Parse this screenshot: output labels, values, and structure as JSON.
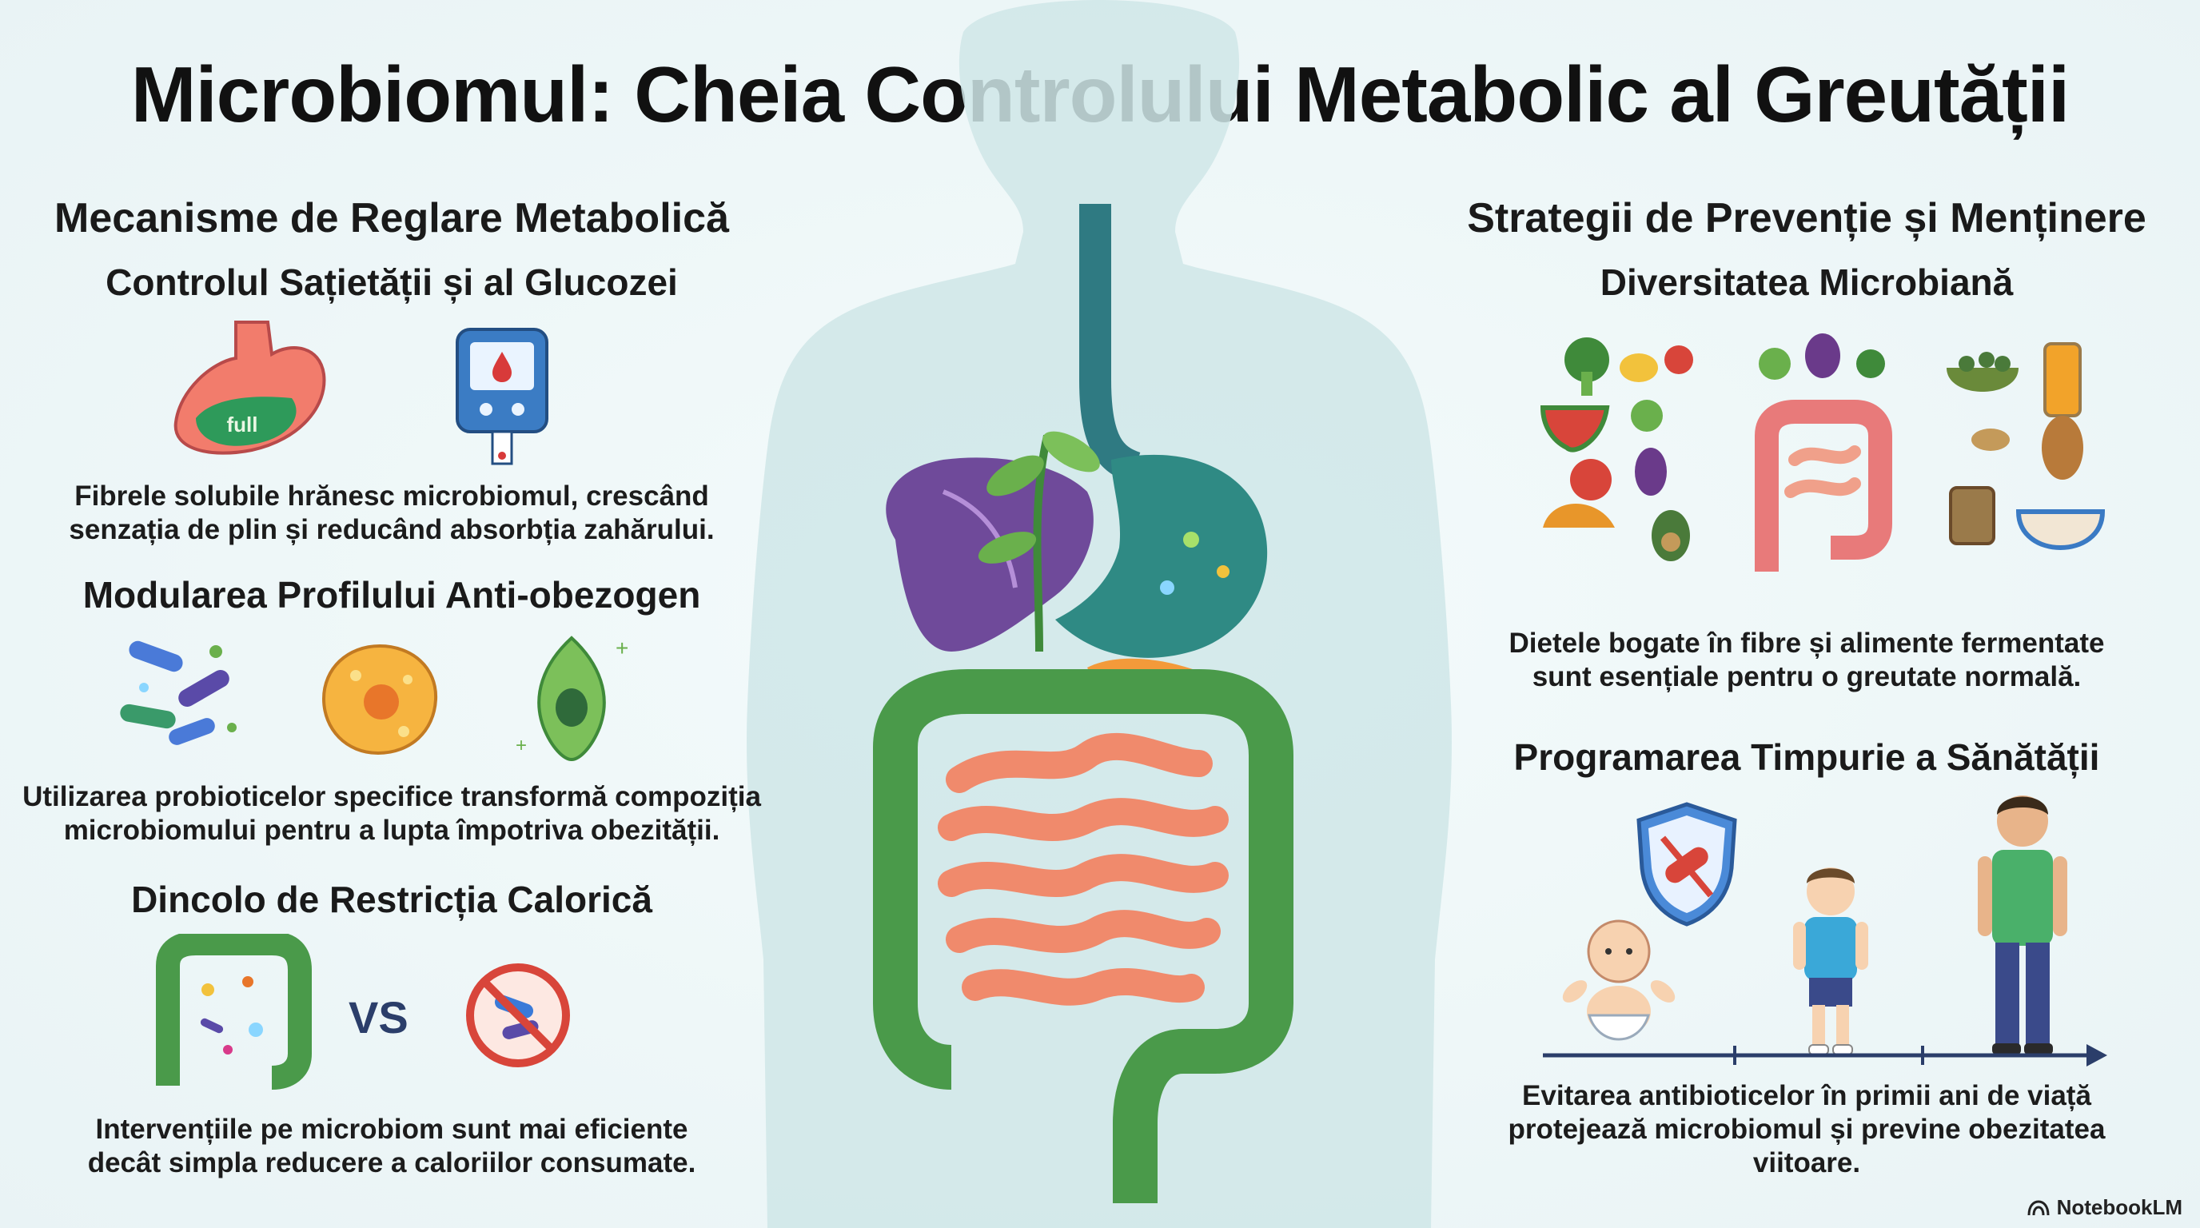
{
  "title": "Microbiomul: Cheia Controlului Metabolic al Greutății",
  "left": {
    "heading": "Mecanisme de Reglare Metabolică",
    "sections": [
      {
        "subheading": "Controlul Sațietății și al Glucozei",
        "icons": [
          "stomach-full-icon",
          "glucose-meter-icon"
        ],
        "stomach_label": "full",
        "desc": [
          "Fibrele solubile hrănesc microbiomul, crescând",
          "senzația de plin și reducând absorbția zahărului."
        ]
      },
      {
        "subheading": "Modularea Profilului Anti-obezogen",
        "icons": [
          "bacteria-cluster-icon",
          "fat-cell-icon",
          "lean-cell-icon"
        ],
        "desc": [
          "Utilizarea probioticelor specifice transformă compoziția",
          "microbiomului pentru a lupta împotriva obezității."
        ]
      },
      {
        "subheading": "Dincolo de Restricția Calorică",
        "icons": [
          "colon-microbes-icon",
          "no-bacteria-icon"
        ],
        "vs_label": "VS",
        "desc": [
          "Intervențiile pe microbiom sunt mai eficiente",
          "decât simpla reducere a caloriilor consumate."
        ]
      }
    ]
  },
  "right": {
    "heading": "Strategii de Prevenție și Menținere",
    "sections": [
      {
        "subheading": "Diversitatea Microbiană",
        "icons": [
          "fruits-vegetables-icon",
          "gut-with-food-icon",
          "fermented-foods-icon"
        ],
        "desc": [
          "Dietele bogate în fibre și alimente fermentate",
          "sunt esențiale pentru o greutate normală."
        ]
      },
      {
        "subheading": "Programarea Timpurie a Sănătății",
        "icons": [
          "antibiotic-shield-icon",
          "baby-icon",
          "child-icon",
          "adult-icon",
          "timeline-arrow-icon"
        ],
        "desc": [
          "Evitarea antibioticelor în primii ani de viață",
          "protejează microbiomul și previne obezitatea",
          "viitoare."
        ]
      }
    ]
  },
  "center": {
    "icons": [
      "human-silhouette-icon",
      "liver-icon",
      "stomach-icon",
      "intestines-icon",
      "plant-icon"
    ]
  },
  "brand": "NotebookLM",
  "colors": {
    "silhouette": "#cfe6e8",
    "colon": "#4a9a4a",
    "intestine": "#f08a6c",
    "liver": "#6f4a9a"
  }
}
